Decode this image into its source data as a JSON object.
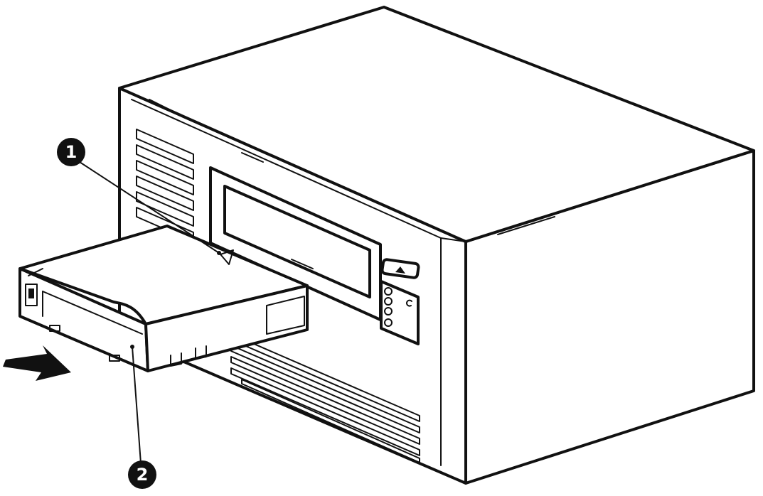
{
  "callouts": [
    {
      "id": 1,
      "label": "1"
    },
    {
      "id": 2,
      "label": "2"
    }
  ],
  "colors": {
    "line": "#111111",
    "background": "#ffffff",
    "callout_fill": "#111111",
    "callout_text": "#ffffff"
  },
  "icons": {
    "eject_button": "eject-icon",
    "insert_direction": "arrow-right-icon"
  }
}
